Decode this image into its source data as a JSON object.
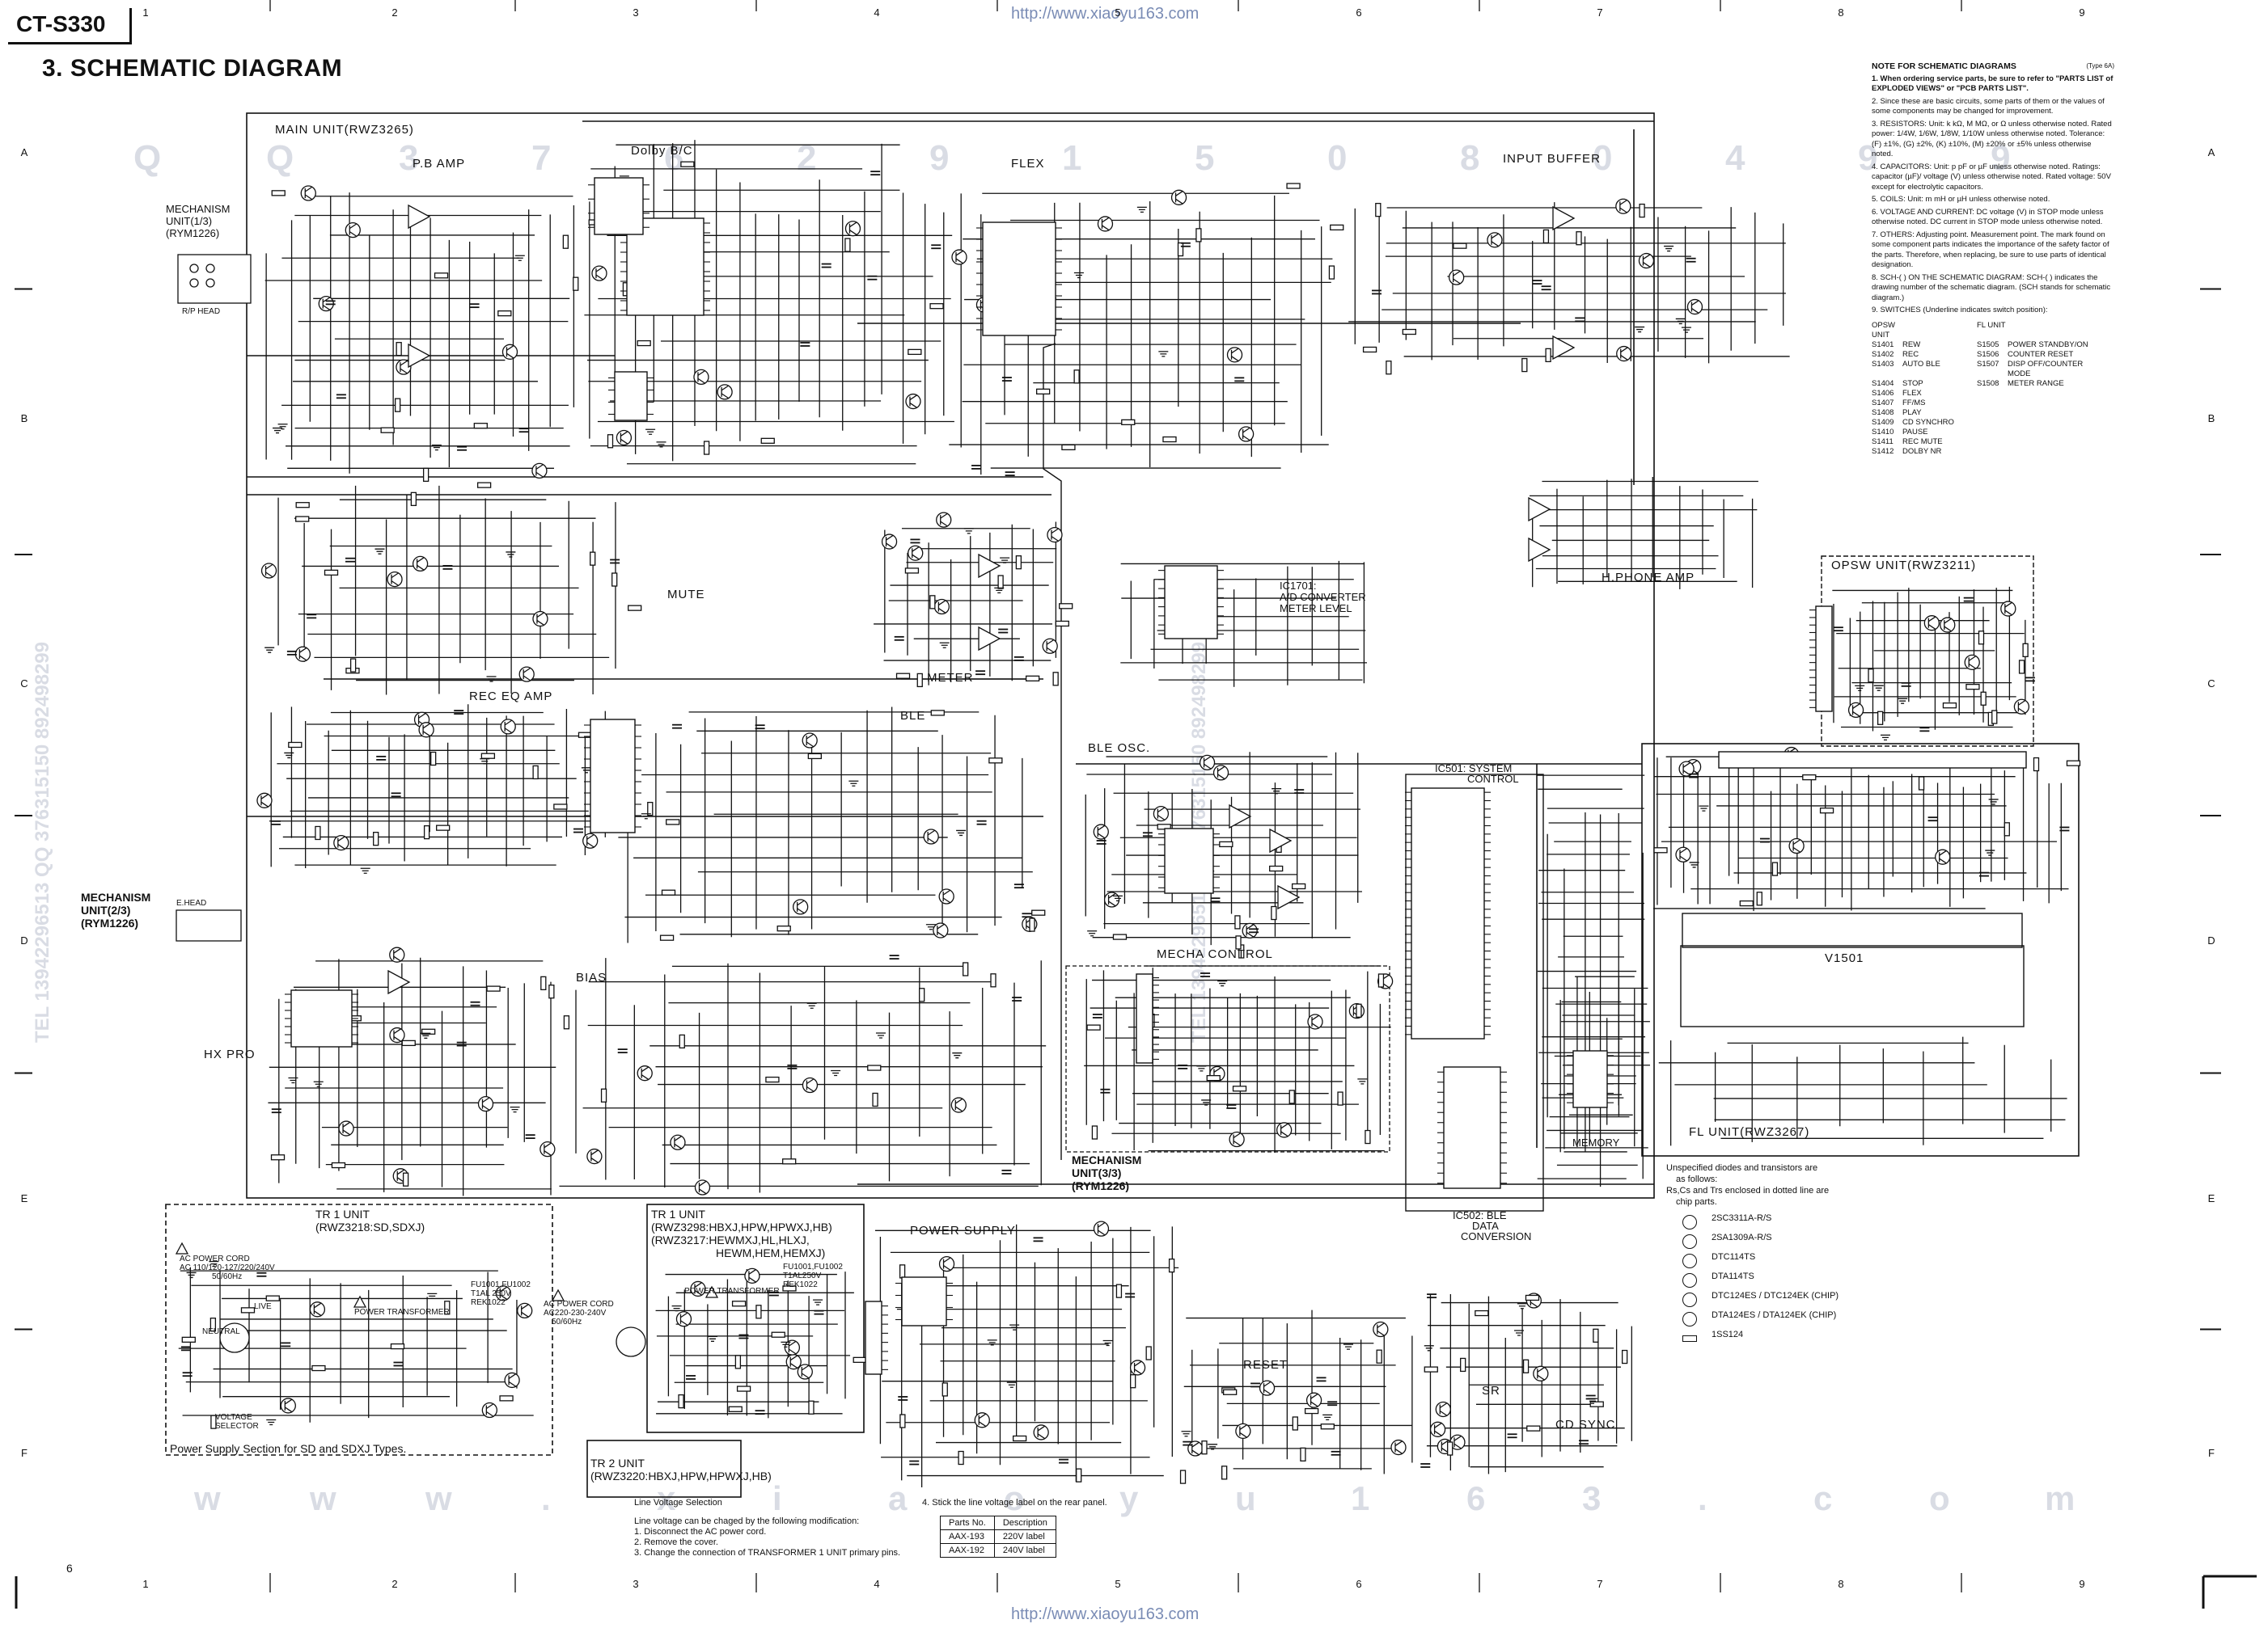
{
  "header": {
    "model": "CT-S330",
    "title": "3.   SCHEMATIC DIAGRAM",
    "url_top": "http://www.xiaoyu163.com",
    "url_bottom": "http://www.xiaoyu163.com",
    "page_number": "6"
  },
  "grid": {
    "columns": [
      "1",
      "2",
      "3",
      "4",
      "5",
      "6",
      "7",
      "8",
      "9"
    ],
    "rows": [
      "A",
      "B",
      "C",
      "D",
      "E",
      "F"
    ]
  },
  "watermark": {
    "row1": [
      "Q",
      "Q",
      "3",
      "7",
      "6",
      "2",
      "9",
      "1",
      "5",
      "0",
      "8",
      "0",
      "4",
      "9",
      "9"
    ],
    "row2": [
      "w",
      "w",
      "w",
      ".",
      "x",
      "i",
      "a",
      "o",
      "y",
      "u",
      "1",
      "6",
      "3",
      ".",
      "c",
      "o",
      "m"
    ],
    "side": "TEL 13942296513  QQ 376315150  892498299"
  },
  "labels": {
    "main_unit": "MAIN UNIT(RWZ3265)",
    "pb_amp": "P.B AMP",
    "dolby": "Dolby B/C",
    "flex": "FLEX",
    "input_buffer": "INPUT BUFFER",
    "mech_unit_1": [
      "MECHANISM",
      "UNIT(1/3)",
      "(RYM1226)"
    ],
    "rp_head": "R/P HEAD",
    "mute": "MUTE",
    "meter": "METER",
    "rec_eq_amp": "REC EQ AMP",
    "ble": "BLE",
    "ble_osc": "BLE OSC.",
    "ic1701": [
      "IC1701:",
      "A/D CONVERTER",
      "METER LEVEL"
    ],
    "hphone_amp": "H.PHONE AMP",
    "opsw_unit": "OPSW UNIT(RWZ3211)",
    "mech_unit_2": [
      "MECHANISM",
      "UNIT(2/3)",
      "(RYM1226)"
    ],
    "e_head": "E.HEAD",
    "hx_pro": "HX PRO",
    "bias": "BIAS",
    "mecha_control": "MECHA CONTROL",
    "ic501": [
      "IC501: SYSTEM",
      "CONTROL"
    ],
    "ic502": [
      "IC502: BLE",
      "DATA",
      "CONVERSION"
    ],
    "memory": "MEMORY",
    "v1501": "V1501",
    "fl_unit": "FL UNIT(RWZ3267)",
    "mech_unit_3": [
      "MECHANISM",
      "UNIT(3/3)",
      "(RYM1226)"
    ],
    "tr1_unit_sd": [
      "TR 1 UNIT",
      "(RWZ3218:SD,SDXJ)"
    ],
    "tr1_unit_hb": [
      "TR 1 UNIT",
      "(RWZ3298:HBXJ,HPW,HPWXJ,HB)",
      "(RWZ3217:HEWMXJ,HL,HLXJ,",
      "HEWM,HEM,HEMXJ)"
    ],
    "tr2_unit": [
      "TR 2 UNIT",
      "(RWZ3220:HBXJ,HPW,HPWXJ,HB)"
    ],
    "power_supply": "POWER SUPPLY",
    "reset": "RESET",
    "sr": "SR",
    "cd_sync": "CD SYNC",
    "ac_cord_1": [
      "AC POWER CORD",
      "AC 110/120-127/220/240V",
      "50/60Hz"
    ],
    "power_transformer": "POWER TRANSFORMER",
    "neutral": "NEUTRAL",
    "live": "LIVE",
    "voltage_selector": [
      "VOLTAGE",
      "SELECTOR"
    ],
    "fuse_1": [
      "FU1001,FU1002",
      "T1AL 250V",
      "REK1022"
    ],
    "fuse_2": [
      "FU1001,FU1002",
      "T1AL250V",
      "REK1022"
    ],
    "ac_cord_2": [
      "AC POWER CORD",
      "AC220-230-240V",
      "50/60Hz"
    ],
    "psu_section": "Power Supply Section for SD and SDXJ Types."
  },
  "notes": {
    "title": "NOTE FOR SCHEMATIC DIAGRAMS",
    "type": "(Type 6A)",
    "items": [
      "1. When ordering service parts, be sure to refer to \"PARTS LIST of EXPLODED VIEWS\" or \"PCB PARTS LIST\".",
      "2. Since these are basic circuits, some parts of them or the values of some components may be changed for improvement.",
      "3. RESISTORS: Unit: k kΩ, M MΩ, or Ω unless otherwise noted. Rated power: 1/4W, 1/6W, 1/8W, 1/10W unless otherwise noted. Tolerance: (F) ±1%, (G) ±2%, (K) ±10%, (M) ±20% or ±5% unless otherwise noted.",
      "4. CAPACITORS: Unit: p pF or µF unless otherwise noted. Ratings: capacitor (µF)/ voltage (V) unless otherwise noted. Rated voltage: 50V except for electrolytic capacitors.",
      "5. COILS: Unit: m mH or µH unless otherwise noted.",
      "6. VOLTAGE AND CURRENT: DC voltage (V) in STOP mode unless otherwise noted. DC current in STOP mode unless otherwise noted.",
      "7. OTHERS: Adjusting point. Measurement point. The mark found on some component parts indicates the importance of the safety factor of the parts. Therefore, when replacing, be sure to use parts of identical designation.",
      "8. SCH-( ) ON THE SCHEMATIC DIAGRAM: SCH-( ) indicates the drawing number of the schematic diagram. (SCH stands for schematic diagram.)",
      "9. SWITCHES (Underline indicates switch position):"
    ],
    "switch_header": [
      "OPSW UNIT",
      "",
      "FL UNIT",
      ""
    ],
    "switches": [
      [
        "S1401",
        "REW",
        "S1505",
        "POWER STANDBY/ON"
      ],
      [
        "S1402",
        "REC",
        "S1506",
        "COUNTER RESET"
      ],
      [
        "S1403",
        "AUTO BLE",
        "S1507",
        "DISP OFF/COUNTER MODE"
      ],
      [
        "S1404",
        "STOP",
        "S1508",
        "METER RANGE"
      ],
      [
        "S1406",
        "FLEX",
        "",
        ""
      ],
      [
        "S1407",
        "FF/MS",
        "",
        ""
      ],
      [
        "S1408",
        "PLAY",
        "",
        ""
      ],
      [
        "S1409",
        "CD SYNCHRO",
        "",
        ""
      ],
      [
        "S1410",
        "PAUSE",
        "",
        ""
      ],
      [
        "S1411",
        "REC MUTE",
        "",
        ""
      ],
      [
        "S1412",
        "DOLBY NR",
        "",
        ""
      ]
    ]
  },
  "legend": {
    "intro": [
      "Unspecified diodes and transistors are",
      "as follows:",
      "Rs,Cs and Trs enclosed in dotted line are",
      "chip parts."
    ],
    "parts": [
      "2SC3311A-R/S",
      "2SA1309A-R/S",
      "DTC114TS",
      "DTA114TS",
      "DTC124ES / DTC124EK (CHIP)",
      "DTA124ES / DTA124EK (CHIP)",
      "1SS124"
    ]
  },
  "footer": {
    "line_voltage_title": "Line Voltage Selection",
    "line_voltage_text": [
      "Line voltage can be chaged by the following modification:",
      "1. Disconnect the AC power cord.",
      "2. Remove the cover.",
      "3. Change the connection of TRANSFORMER 1 UNIT primary pins."
    ],
    "stick_label": "4. Stick the line voltage label on the rear panel.",
    "table_header": [
      "Parts No.",
      "Description"
    ],
    "table_rows": [
      [
        "AAX-193",
        "220V label"
      ],
      [
        "AAX-192",
        "240V label"
      ]
    ]
  }
}
